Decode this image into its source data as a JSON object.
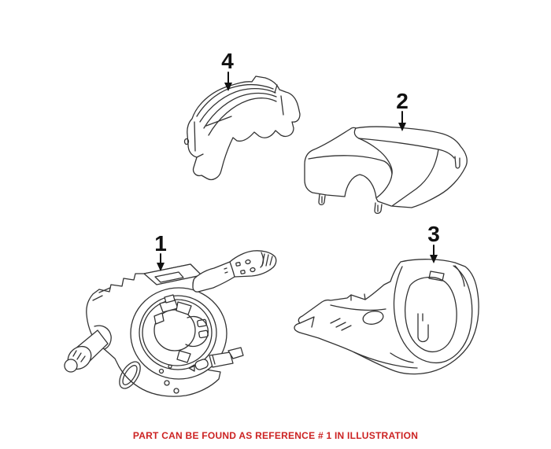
{
  "diagram": {
    "background": "#ffffff",
    "line_color": "#333333",
    "callout_color": "#111111",
    "callouts": [
      {
        "ref": "1"
      },
      {
        "ref": "2"
      },
      {
        "ref": "3"
      },
      {
        "ref": "4"
      }
    ],
    "footer": {
      "text": "PART CAN BE FOUND AS REFERENCE # 1 IN ILLUSTRATION",
      "color": "#cc2222"
    }
  }
}
